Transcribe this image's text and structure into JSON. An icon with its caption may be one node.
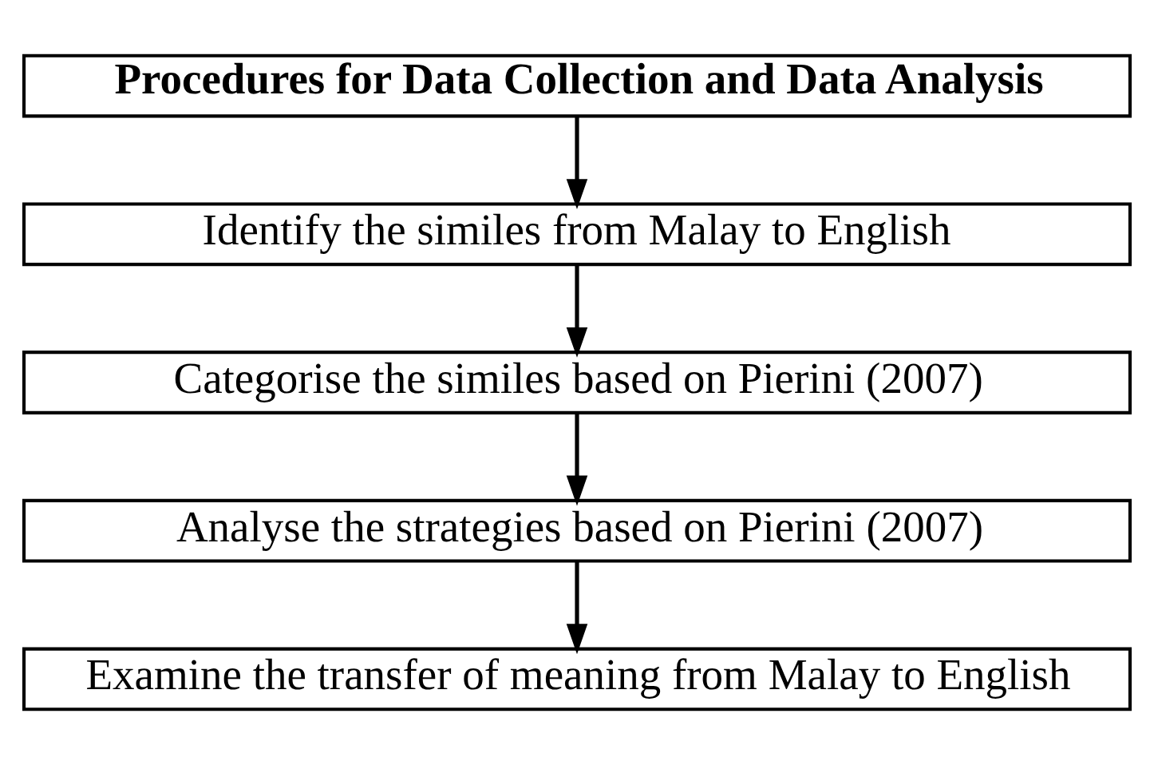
{
  "diagram": {
    "nodes": [
      {
        "text": [
          "Procedures for Data Collection and Data Analysis"
        ]
      },
      {
        "text": [
          "Identify the similes from Malay to English"
        ]
      },
      {
        "text": [
          "Categorise the similes based on Pierini (2007)"
        ]
      },
      {
        "text": [
          "Analyse the strategies based on Pierini (2007)"
        ]
      },
      {
        "text": [
          "Examine the transfer of meaning from Malay to English"
        ]
      }
    ],
    "edges": [
      {
        "from": 0,
        "to": 1,
        "arrow": "to"
      },
      {
        "from": 1,
        "to": 2,
        "arrow": "to"
      },
      {
        "from": 2,
        "to": 3,
        "arrow": "to"
      },
      {
        "from": 3,
        "to": 4,
        "arrow": "to"
      }
    ]
  }
}
